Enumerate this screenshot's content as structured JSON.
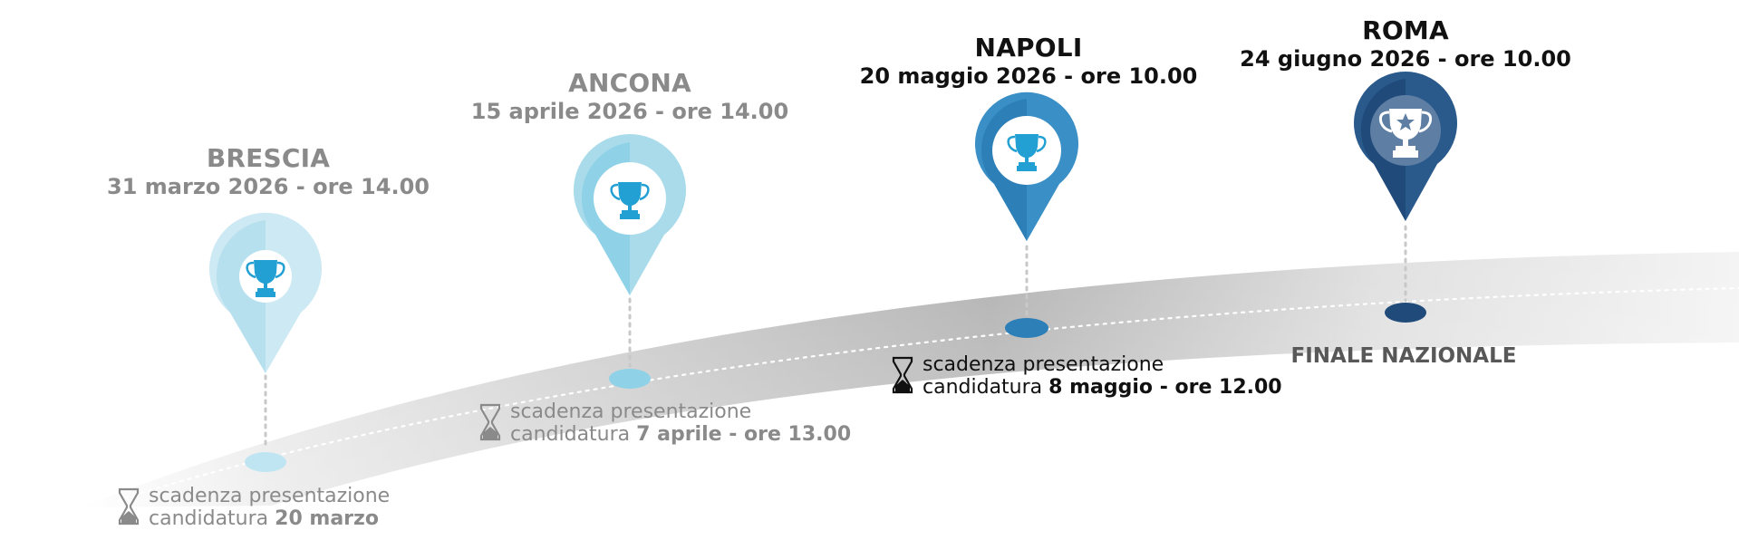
{
  "colors": {
    "brescia": "#bfe5f2",
    "ancona": "#8fd2e8",
    "napoli": "#2d7fb8",
    "roma": "#1f4a7a",
    "trophy": "#22a0d4",
    "gray_text": "#8a8a8a",
    "dark_text": "#111111"
  },
  "stages": [
    {
      "city": "BRESCIA",
      "date": "31 marzo 2026 - ore 14.00",
      "deadline_line1": "scadenza presentazione",
      "deadline_prefix": "candidatura ",
      "deadline_bold": "20 marzo",
      "icon": "trophy-icon"
    },
    {
      "city": "ANCONA",
      "date": "15 aprile 2026 - ore 14.00",
      "deadline_line1": "scadenza presentazione",
      "deadline_prefix": "candidatura ",
      "deadline_bold": "7 aprile - ore 13.00",
      "icon": "trophy-icon"
    },
    {
      "city": "NAPOLI",
      "date": "20 maggio 2026 - ore 10.00",
      "deadline_line1": "scadenza presentazione",
      "deadline_prefix": "candidatura ",
      "deadline_bold": "8 maggio - ore 12.00",
      "icon": "trophy-icon"
    },
    {
      "city": "ROMA",
      "date": "24 giugno 2026 - ore 10.00",
      "finale": "FINALE NAZIONALE",
      "icon": "trophy-star-icon"
    }
  ]
}
